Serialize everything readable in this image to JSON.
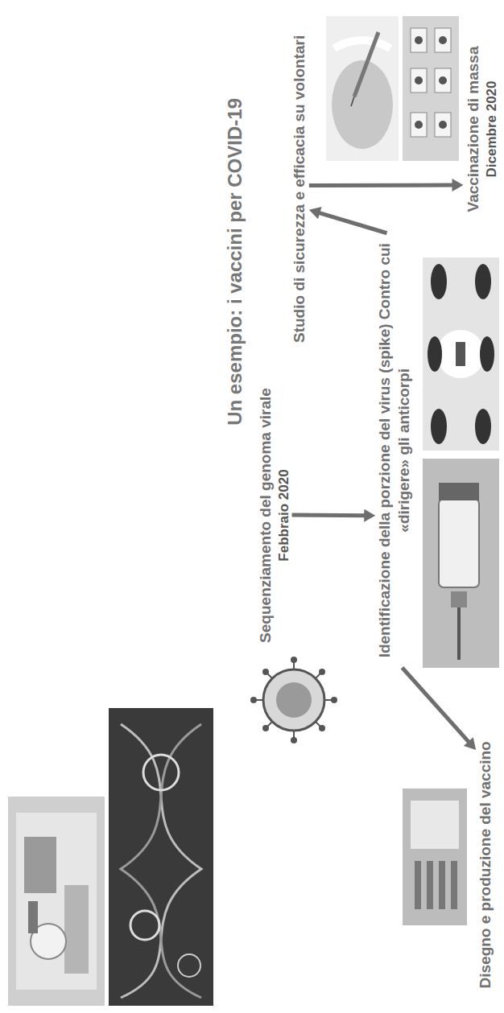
{
  "diagram": {
    "title": "Un esempio: i vaccini per COVID-19",
    "nodes": [
      {
        "text": [
          "Sequenziamento del genoma virale",
          "Febbraio 2020"
        ]
      },
      {
        "text": [
          "Identificazione della porzione del virus (spike) Contro cui «dirigere» gli anticorpi"
        ]
      },
      {
        "text": [
          "Disegno e produzione del vaccino"
        ]
      },
      {
        "text": [
          "Studio di sicurezza e efficacia su volontari"
        ]
      },
      {
        "text": [
          "Vaccinazione di massa",
          "Dicembre 2020"
        ]
      }
    ],
    "edges": [
      {
        "from": 0,
        "to": 1,
        "arrow": "to"
      },
      {
        "from": 1,
        "to": 2,
        "arrow": "to"
      },
      {
        "from": 1,
        "to": 3,
        "arrow": "to"
      },
      {
        "from": 3,
        "to": 4,
        "arrow": "to"
      }
    ]
  }
}
